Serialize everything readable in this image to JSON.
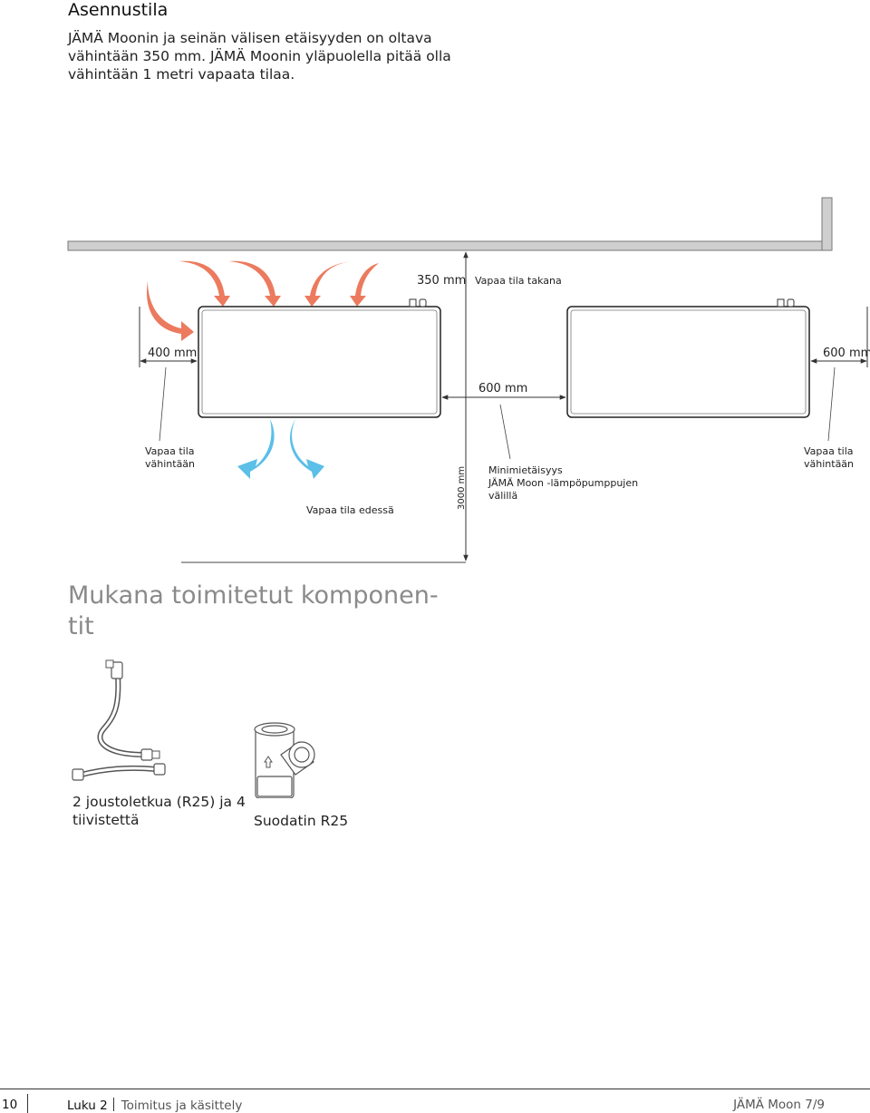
{
  "section": {
    "title": "Asennustila",
    "intro_lines": [
      "JÄMÄ Moonin ja seinän välisen etäisyyden on oltava",
      "vähintään 350 mm. JÄMÄ Moonin yläpuolella pitää olla",
      "vähintään 1 metri vapaata tilaa."
    ]
  },
  "diagram": {
    "dim_back": "350 mm",
    "label_back": "Vapaa tila takana",
    "dim_left": "400 mm",
    "dim_right": "600 mm",
    "dim_between": "600 mm",
    "dim_front": "3000 mm",
    "label_front": "Vapaa tila edessä",
    "label_left_1": "Vapaa tila",
    "label_left_2": "vähintään",
    "label_right_1": "Vapaa tila",
    "label_right_2": "vähintään",
    "label_between_1": "Minimietäisyys",
    "label_between_2": "JÄMÄ Moon -lämpöpumppujen",
    "label_between_3": "välillä",
    "colors": {
      "warm_air": "#ec7a5e",
      "cold_air": "#5bbfe8",
      "wall": "#cfcfcf"
    }
  },
  "components": {
    "title_lines": [
      "Mukana toimitetut komponen-",
      "tit"
    ],
    "hoses_caption_lines": [
      "2 joustoletkua (R25) ja 4",
      "tiivistettä"
    ],
    "filter_caption": "Suodatin R25"
  },
  "footer": {
    "page_number": "10",
    "chapter": "Luku 2",
    "chapter_title": "Toimitus ja käsittely",
    "product": "JÄMÄ Moon 7/9"
  }
}
